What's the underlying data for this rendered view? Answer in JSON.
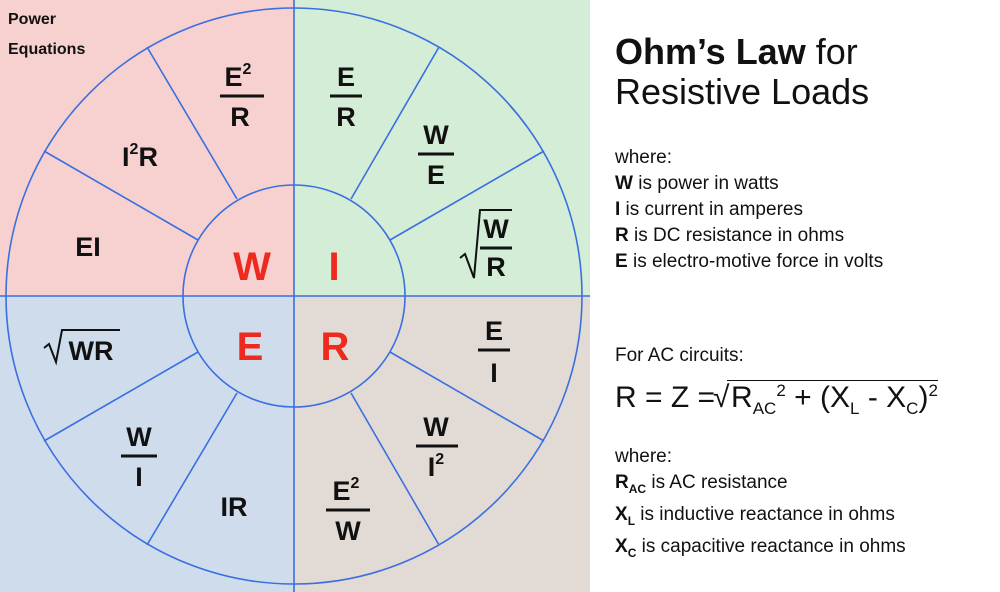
{
  "colors": {
    "power_quadrant": "#f7d0d0",
    "current_quadrant": "#d4edd6",
    "voltage_quadrant": "#cfdcec",
    "resistance_quadrant": "#e2dad5",
    "lines": "#3a6fe0",
    "center_letters": "#ee2a1e",
    "formula_text": "#111111"
  },
  "wheel": {
    "corner_label_line1": "Power",
    "corner_label_line2": "Equations",
    "center": {
      "W": "W",
      "I": "I",
      "E": "E",
      "R": "R"
    },
    "power": {
      "e2_over_r": {
        "num": "E",
        "sup": "2",
        "den": "R"
      },
      "i2r": {
        "base": "I",
        "sup": "2",
        "tail": "R"
      },
      "ei": "EI"
    },
    "current": {
      "e_over_r": {
        "num": "E",
        "den": "R"
      },
      "w_over_e": {
        "num": "W",
        "den": "E"
      },
      "sqrt_w_over_r": {
        "num": "W",
        "den": "R"
      }
    },
    "voltage": {
      "sqrt_wr": "WR",
      "w_over_i": {
        "num": "W",
        "den": "I"
      },
      "ir": "IR"
    },
    "resistance": {
      "e_over_i": {
        "num": "E",
        "den": "I"
      },
      "w_over_i2": {
        "num": "W",
        "den": "I",
        "sup": "2"
      },
      "e2_over_w": {
        "num": "E",
        "sup": "2",
        "den": "W"
      }
    }
  },
  "side": {
    "title_bold": "Ohm’s Law",
    "title_rest": " for",
    "title_line2": "Resistive Loads",
    "where1": "where:",
    "defs": [
      {
        "sym": "W",
        "text": " is power in watts"
      },
      {
        "sym": "I",
        "text": " is current in amperes"
      },
      {
        "sym": "R",
        "text": " is DC resistance in ohms"
      },
      {
        "sym": "E",
        "text": " is electro-motive force in volts"
      }
    ],
    "ac_heading": "For AC circuits:",
    "formula": {
      "left": "R = Z =",
      "r": "R",
      "r_sub": "AC",
      "sq1": "2",
      "plus_open": " + (X",
      "xl_sub": "L",
      "minus": " - X",
      "xc_sub": "C",
      "close": ")",
      "sq2": "2"
    },
    "where2": "where:",
    "ac_defs": [
      {
        "sym": "R",
        "sub": "AC",
        "text": " is AC resistance"
      },
      {
        "sym": "X",
        "sub": "L",
        "text": " is inductive reactance in ohms"
      },
      {
        "sym": "X",
        "sub": "C",
        "text": " is capacitive reactance in ohms"
      }
    ]
  }
}
